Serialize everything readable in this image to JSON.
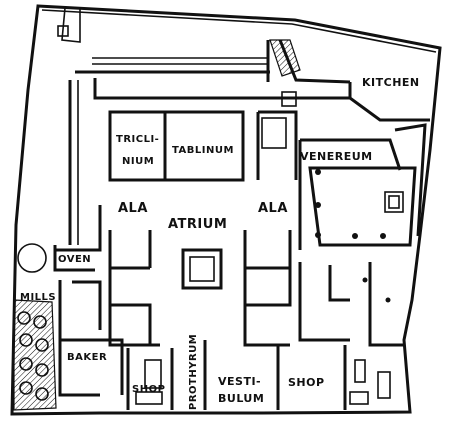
{
  "plan": {
    "labels": {
      "kitchen": "KITCHEN",
      "venereum": "VENEREUM",
      "triclinium_1": "TRICLI-",
      "triclinium_2": "NIUM",
      "tablinum": "TABLINUM",
      "ala_left": "ALA",
      "atrium": "ATRIUM",
      "ala_right": "ALA",
      "oven": "OVEN",
      "mills": "MILLS",
      "baker": "BAKER",
      "shop_left": "SHOP",
      "prothyrum": "PROTHYRUM",
      "vestibulum_1": "VESTI-",
      "vestibulum_2": "BULUM",
      "shop_right": "SHOP"
    }
  }
}
